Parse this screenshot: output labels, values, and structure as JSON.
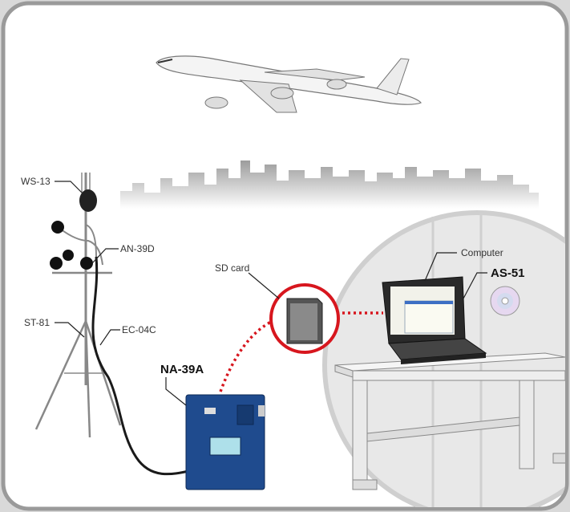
{
  "labels": {
    "ws": "WS-13",
    "an": "AN-39D",
    "st": "ST-81",
    "ec": "EC-04C",
    "sd": "SD card",
    "na": "NA-39A",
    "computer": "Computer",
    "as": "AS-51"
  },
  "colors": {
    "accent_red": "#d7161e",
    "device_blue": "#1f4b8e",
    "frame": "#9a9a9a"
  }
}
